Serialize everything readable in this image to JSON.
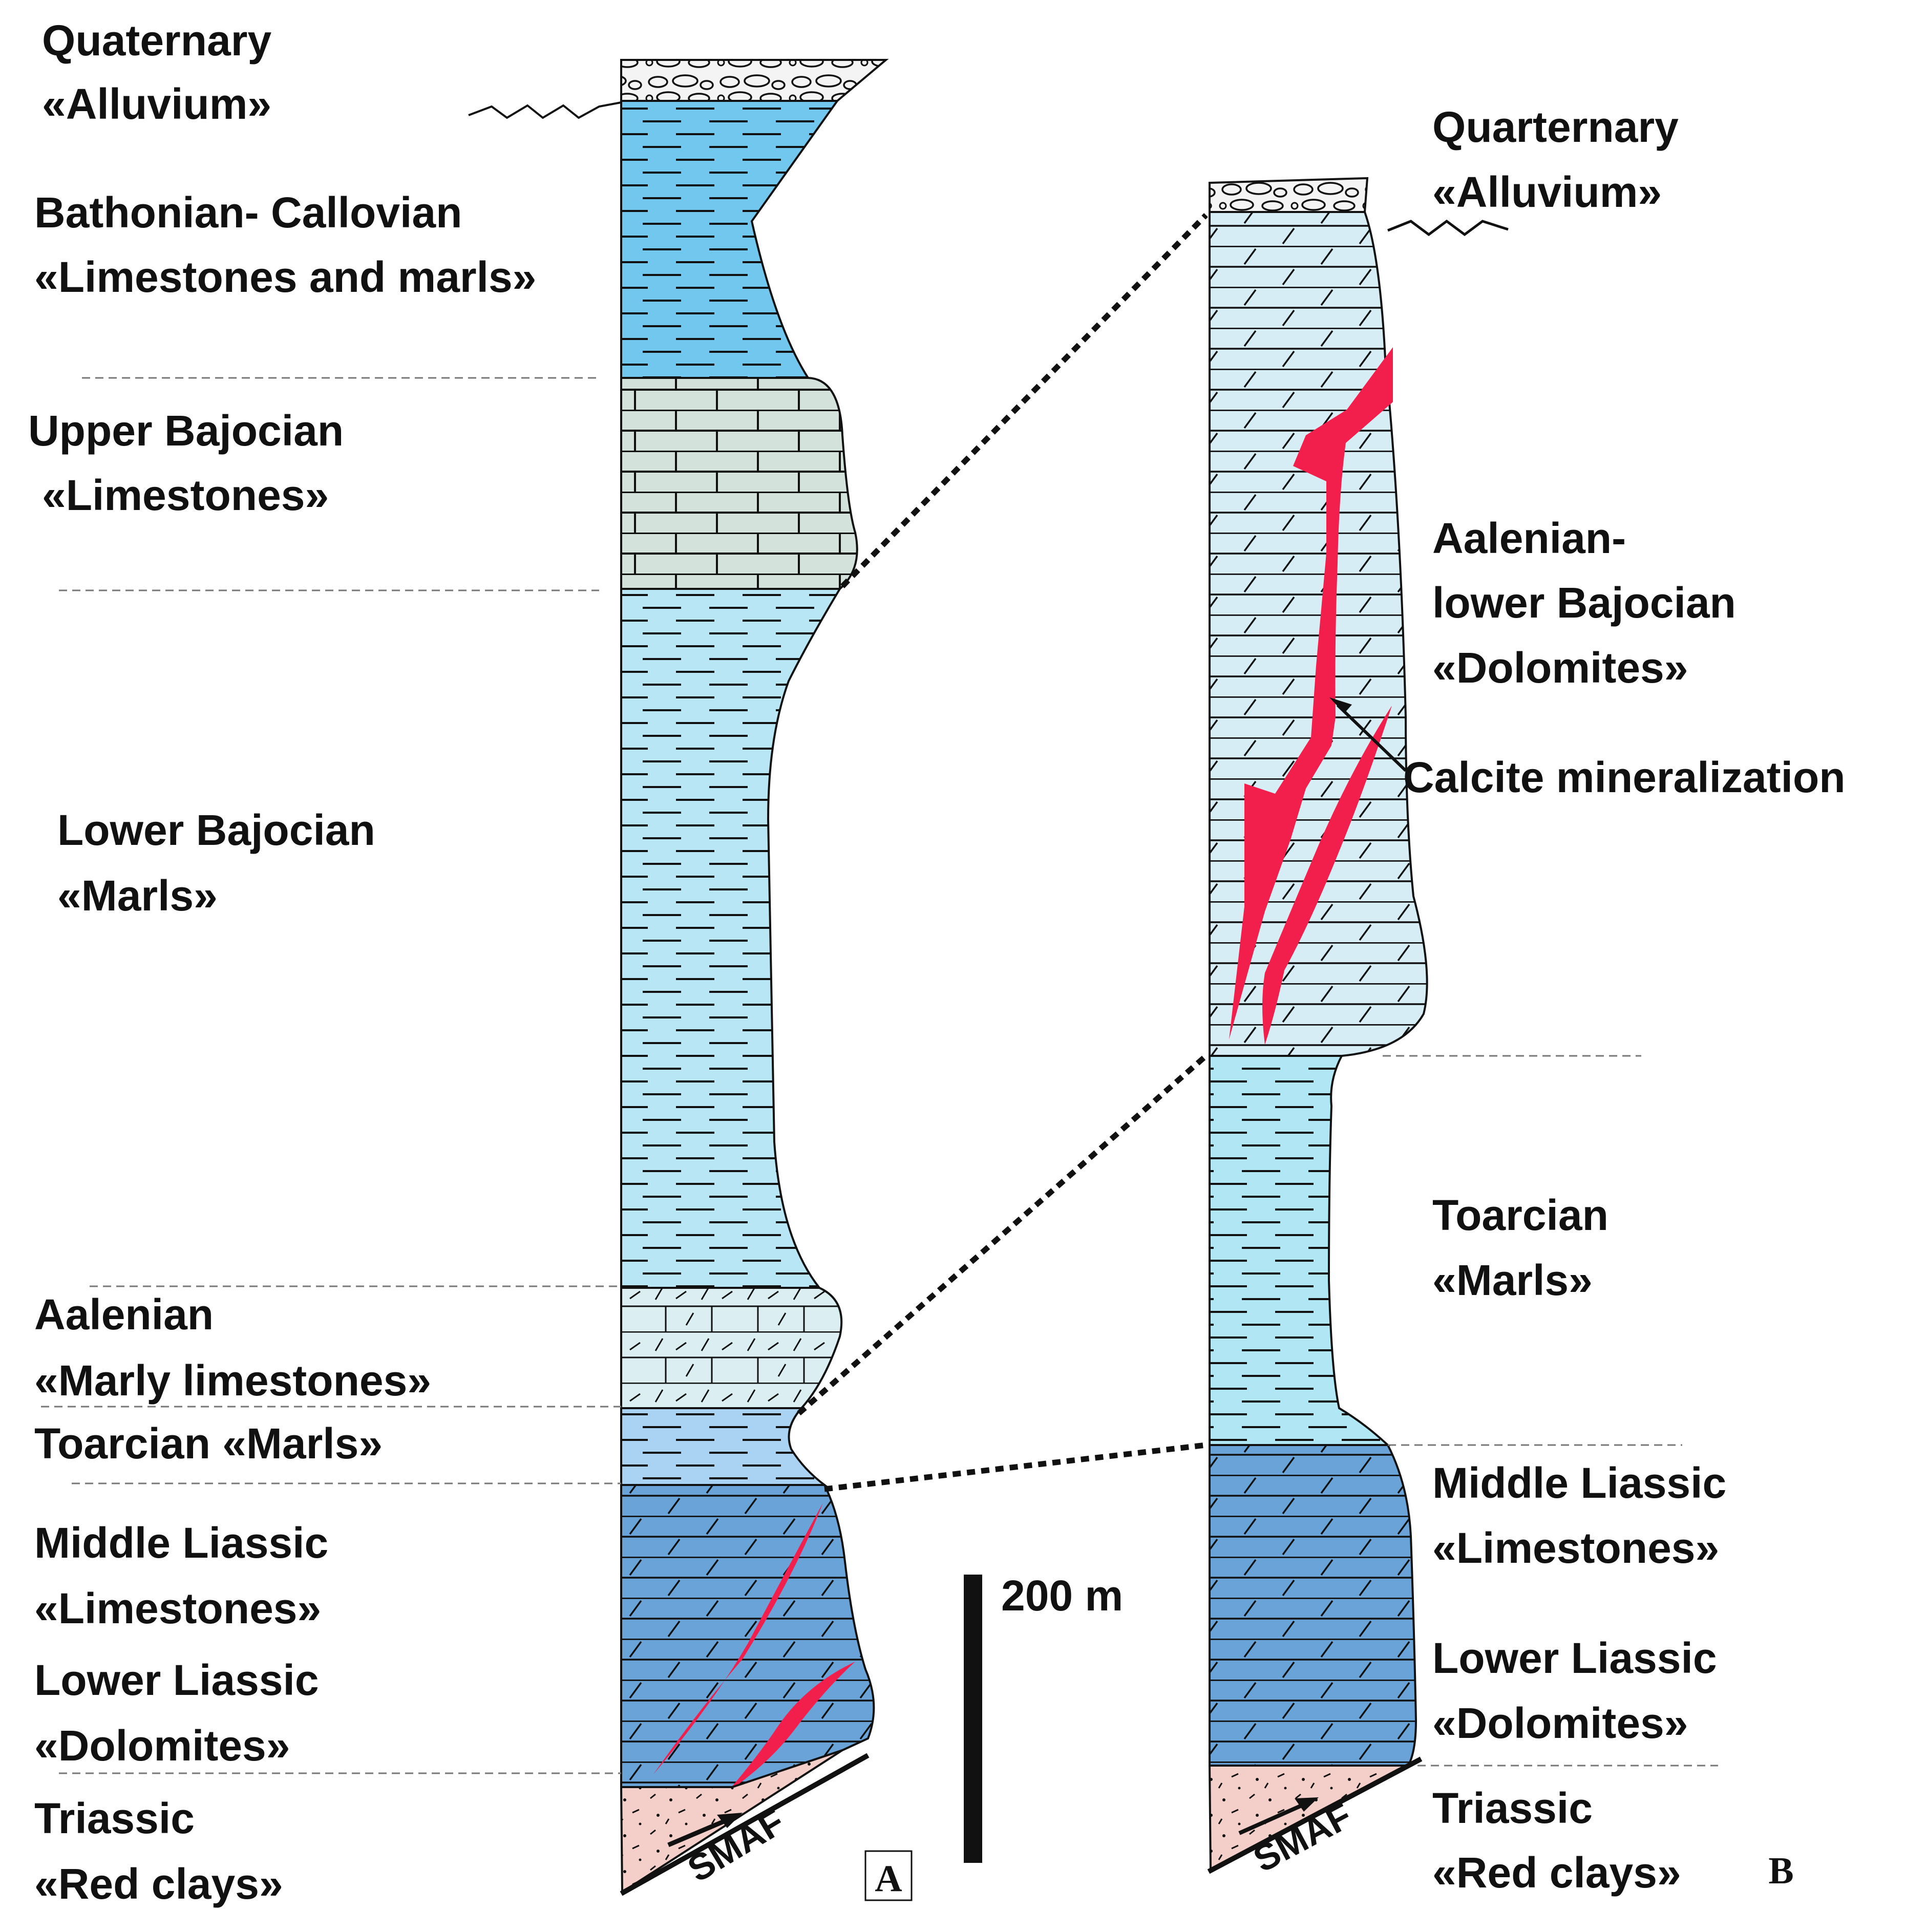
{
  "colors": {
    "alluvium": "#f4f4f4",
    "bathonian": "#72c7ef",
    "upper_bajocian": "#d3e3dc",
    "lower_bajocian_marls": "#b9e6f5",
    "aalenian": "#dbeff3",
    "toarcian_a": "#aad3f3",
    "liassic_a": "#6aa3d8",
    "triassic": "#f4cfc9",
    "b_dolomites": "#d6edf6",
    "b_toarcian": "#b1e6f5",
    "b_liassic": "#6aa3d8",
    "calcite": "#f21f4d",
    "line": "#111111",
    "dashed": "#777777"
  },
  "column_a": {
    "letter": "A",
    "fault_label": "SMAF",
    "units": [
      {
        "age": "Quaternary",
        "name": "«Alluvium»",
        "pattern": "conglomerate"
      },
      {
        "age": "Bathonian- Callovian",
        "name": "«Limestones and marls»",
        "pattern": "marl"
      },
      {
        "age": "Upper Bajocian",
        "name": "«Limestones»",
        "pattern": "limestone"
      },
      {
        "age": "Lower Bajocian",
        "name": "«Marls»",
        "pattern": "marl"
      },
      {
        "age": "Aalenian",
        "name": "«Marly limestones»",
        "pattern": "marly-limestone"
      },
      {
        "age": "Toarcian «Marls»",
        "name": "",
        "pattern": "marl"
      },
      {
        "age": "Middle Liassic",
        "name": "«Limestones»",
        "pattern": "limestone"
      },
      {
        "age": "Lower Liassic",
        "name": "«Dolomites»",
        "pattern": "dolomite"
      },
      {
        "age": "Triassic",
        "name": "«Red clays»",
        "pattern": "clay"
      }
    ]
  },
  "column_b": {
    "letter": "B",
    "fault_label": "SMAF",
    "units": [
      {
        "age": "Quarternary",
        "name": "«Alluvium»",
        "pattern": "conglomerate"
      },
      {
        "age": "Aalenian-",
        "age2": "lower Bajocian",
        "name": "«Dolomites»",
        "pattern": "dolomite"
      },
      {
        "age": "Toarcian",
        "name": "«Marls»",
        "pattern": "marl"
      },
      {
        "age": "Middle Liassic",
        "name": "«Limestones»",
        "pattern": "limestone"
      },
      {
        "age": "Lower Liassic",
        "name": "«Dolomites»",
        "pattern": "dolomite"
      },
      {
        "age": "Triassic",
        "name": "«Red clays»",
        "pattern": "clay"
      }
    ]
  },
  "annotations": {
    "calcite": "Calcite mineralization",
    "scale": "200 m"
  }
}
